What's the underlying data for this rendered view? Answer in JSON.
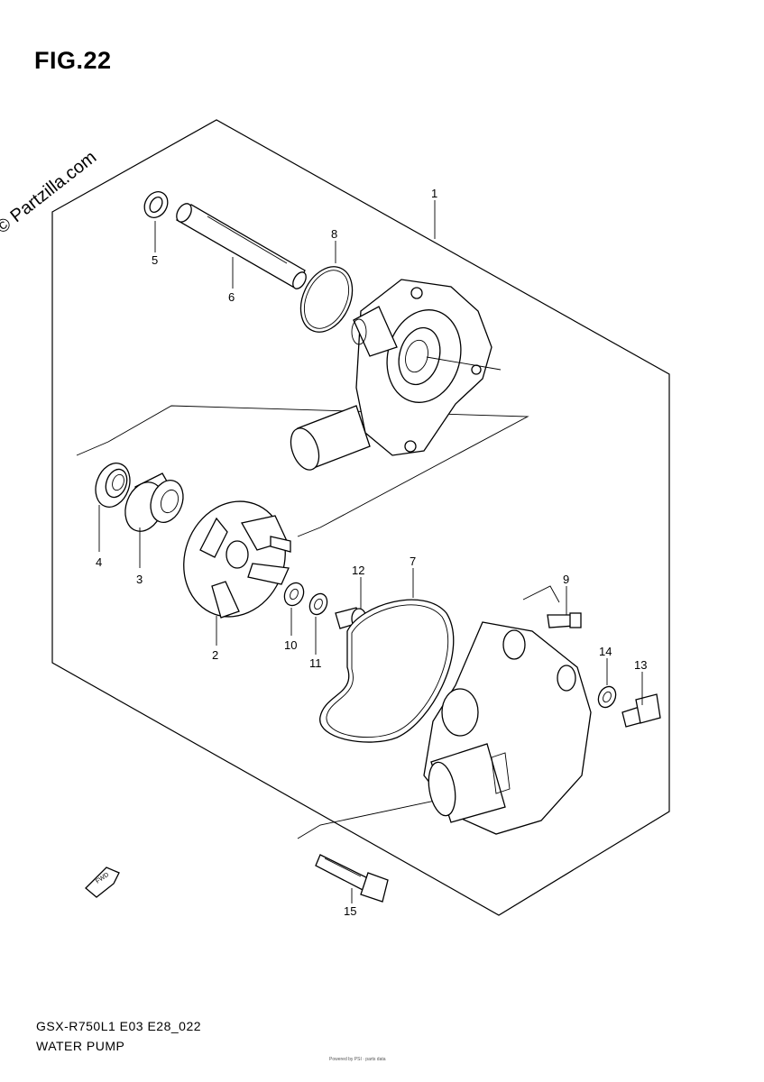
{
  "figure": {
    "title": "FIG.22"
  },
  "watermark": "© Partzilla.com",
  "callouts": {
    "c1": "1",
    "c2": "2",
    "c3": "3",
    "c4": "4",
    "c5": "5",
    "c6": "6",
    "c7": "7",
    "c8": "8",
    "c9": "9",
    "c10": "10",
    "c11": "11",
    "c12": "12",
    "c13": "13",
    "c14": "14",
    "c15": "15"
  },
  "fwd_label": "FWD",
  "footer": {
    "code": "GSX-R750L1 E03 E28_022",
    "name": "WATER PUMP",
    "tiny": "Powered by PSI · parts data"
  }
}
